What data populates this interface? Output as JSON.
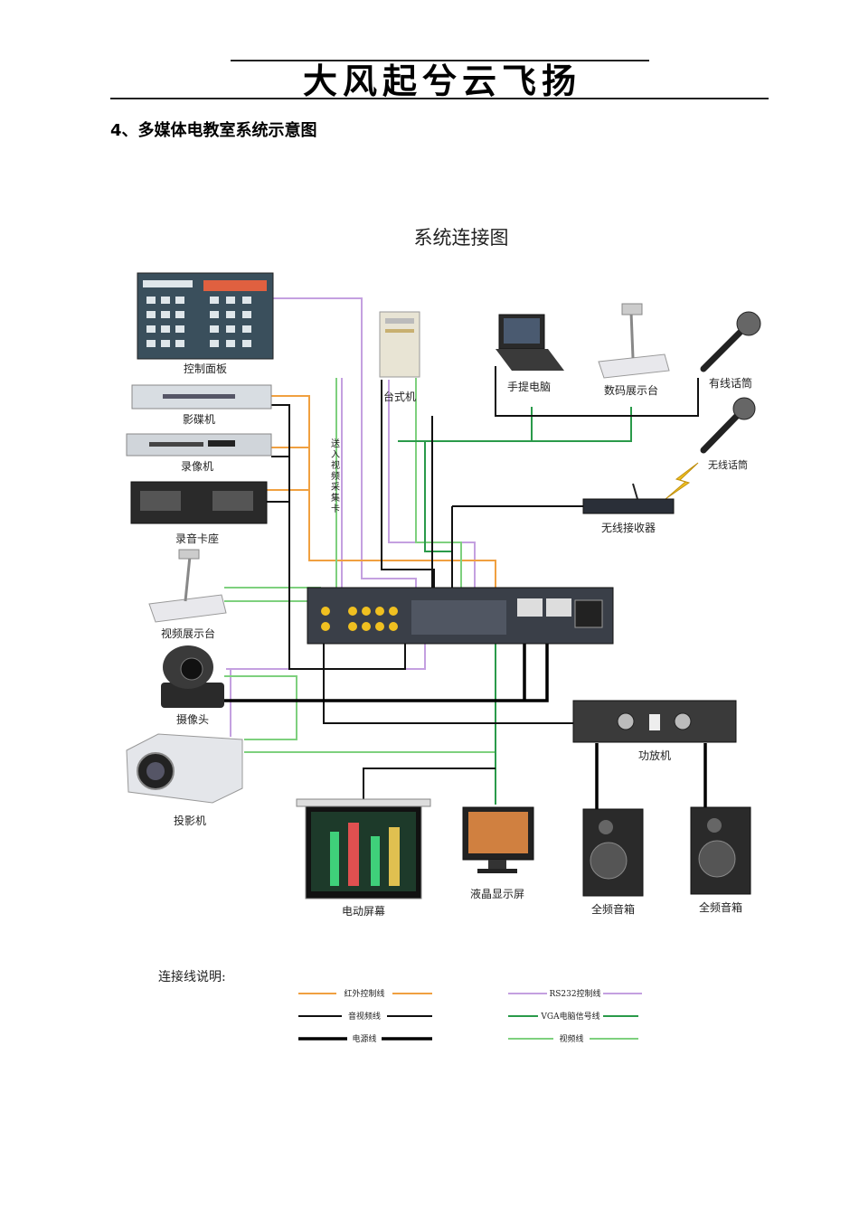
{
  "header": {
    "banner_text": "大风起兮云飞扬"
  },
  "section_title": "4、多媒体电教室系统示意图",
  "diagram": {
    "title": "系统连接图",
    "vertical_note": [
      "送",
      "入",
      "视",
      "频",
      "采",
      "集",
      "卡"
    ],
    "devices": {
      "control_panel": "控制面板",
      "vcd_player": "影碟机",
      "vcr": "录像机",
      "cassette_deck": "录音卡座",
      "video_presenter": "视频展示台",
      "camera": "摄像头",
      "projector": "投影机",
      "desktop_pc": "台式机",
      "laptop": "手提电脑",
      "digital_presenter": "数码展示台",
      "wired_mic": "有线话筒",
      "wireless_mic": "无线话筒",
      "wireless_receiver": "无线接收器",
      "amplifier": "功放机",
      "electric_screen": "电动屏幕",
      "lcd_monitor": "液晶显示屏",
      "speaker_left": "全频音箱",
      "speaker_right": "全频音箱"
    },
    "legend_title": "连接线说明:",
    "legend": [
      {
        "label": "红外控制线",
        "color": "#f0a040"
      },
      {
        "label": "RS232控制线",
        "color": "#c4a0e0"
      },
      {
        "label": "音视频线",
        "color": "#111111"
      },
      {
        "label": "VGA电脑信号线",
        "color": "#2a9a4a"
      },
      {
        "label": "电源线",
        "color": "#000000"
      },
      {
        "label": "视频线",
        "color": "#7ed07e"
      }
    ],
    "colors": {
      "ir": "#f0a040",
      "rs232": "#c4a0e0",
      "av": "#111111",
      "vga": "#2a9a4a",
      "power": "#000000",
      "video": "#7ed07e"
    }
  }
}
